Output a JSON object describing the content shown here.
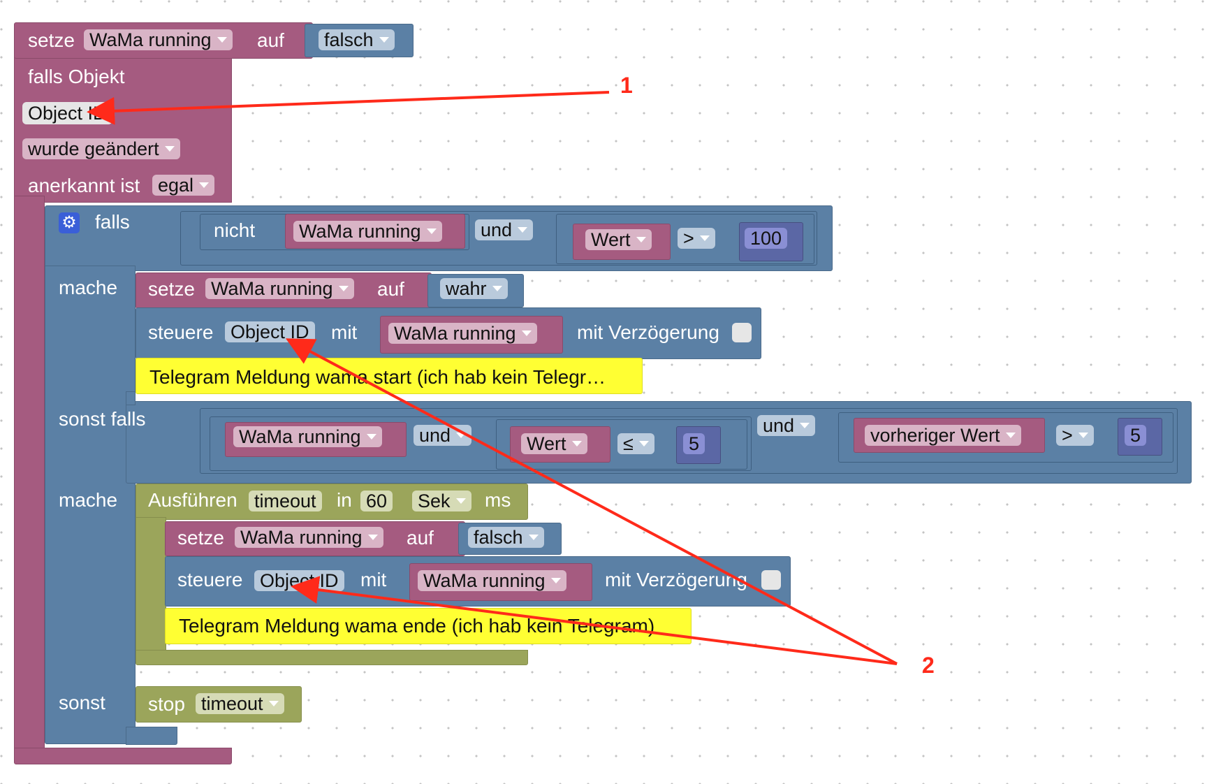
{
  "top_block": {
    "setze": "setze",
    "var": "WaMa running",
    "auf": "auf",
    "value": "falsch"
  },
  "trigger": {
    "falls_objekt": "falls Objekt",
    "object_id": "Object ID",
    "changed": "wurde geändert",
    "ack_label": "anerkannt ist",
    "ack_value": "egal"
  },
  "if_block": {
    "falls": "falls",
    "cond1": {
      "nicht": "nicht",
      "var": "WaMa running",
      "und": "und",
      "wert": "Wert",
      "op": ">",
      "num": "100"
    },
    "mache": "mache",
    "then1": {
      "setze": "setze",
      "var": "WaMa running",
      "auf": "auf",
      "value": "wahr",
      "steuere": "steuere",
      "object_id": "Object ID",
      "mit": "mit",
      "var2": "WaMa running",
      "delay": "mit Verzögerung",
      "comment": "Telegram Meldung wama start (ich hab kein Telegr…"
    },
    "sonst_falls": "sonst falls",
    "cond2": {
      "var": "WaMa running",
      "und1": "und",
      "wert": "Wert",
      "op1": "≤",
      "num1": "5",
      "und2": "und",
      "prev": "vorheriger Wert",
      "op2": ">",
      "num2": "5"
    },
    "mache2": "mache",
    "then2": {
      "ausfuehren": "Ausführen",
      "timeout": "timeout",
      "in": "in",
      "sec": "60",
      "unit": "Sek",
      "ms": "ms",
      "setze": "setze",
      "var": "WaMa running",
      "auf": "auf",
      "value": "falsch",
      "steuere": "steuere",
      "object_id": "Object ID",
      "mit": "mit",
      "var2": "WaMa running",
      "delay": "mit Verzögerung",
      "comment": "Telegram Meldung wama ende (ich hab kein Telegram)"
    },
    "sonst": "sonst",
    "else": {
      "stop": "stop",
      "timeout": "timeout"
    }
  },
  "annotations": {
    "label1": "1",
    "label2": "2"
  }
}
